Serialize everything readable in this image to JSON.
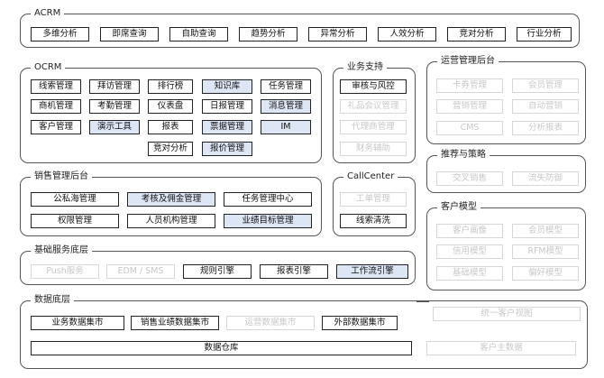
{
  "acrm": {
    "title": "ACRM",
    "items": [
      "多维分析",
      "即席查询",
      "自助查询",
      "趋势分析",
      "异常分析",
      "人效分析",
      "竞对分析",
      "行业分析"
    ]
  },
  "ocrm": {
    "title": "OCRM",
    "items": [
      "线索管理",
      "拜访管理",
      "排行榜",
      "知识库",
      "任务管理",
      "商机管理",
      "考勤管理",
      "仪表盘",
      "日报管理",
      "消息管理",
      "客户管理",
      "演示工具",
      "报表",
      "票据管理",
      "IM",
      "竞对分析",
      "报价管理"
    ]
  },
  "business_support": {
    "title": "业务支持",
    "items": [
      "审核与风控",
      "礼品会议管理",
      "代理商管理",
      "财务辅助"
    ]
  },
  "ops_backend": {
    "title": "运营管理后台",
    "items": [
      "卡券管理",
      "会员管理",
      "营销管理",
      "自动营销",
      "CMS",
      "分析报表"
    ]
  },
  "recommend": {
    "title": "推荐与策略",
    "items": [
      "交叉销售",
      "流失防御"
    ]
  },
  "sales_backend": {
    "title": "销售管理后台",
    "items": [
      "公私海管理",
      "考核及佣金管理",
      "任务管理中心",
      "权限管理",
      "人员机构管理",
      "业绩目标管理"
    ]
  },
  "call_center": {
    "title": "CallCenter",
    "items": [
      "工单管理",
      "线索清洗"
    ]
  },
  "customer_model": {
    "title": "客户模型",
    "items": [
      "客户画像",
      "会员模型",
      "信用模型",
      "RFM模型",
      "基础模型",
      "偏好模型"
    ]
  },
  "base_service": {
    "title": "基础服务底层",
    "items": [
      "Push服务",
      "EDM / SMS",
      "规则引擎",
      "报表引擎",
      "工作流引擎"
    ]
  },
  "data_layer": {
    "title": "数据底层",
    "items": [
      "业务数据集市",
      "销售业绩数据集市",
      "运营数据集市",
      "外部数据集市",
      "数据仓库"
    ]
  },
  "right_panel": {
    "customer_view": "统一客户视图",
    "master_data": "客户主数据"
  },
  "colors": {
    "highlight": "#dde6f4",
    "border": "#222222",
    "disabled_text": "#c8c8c8",
    "disabled_border": "#d6d6d6"
  }
}
